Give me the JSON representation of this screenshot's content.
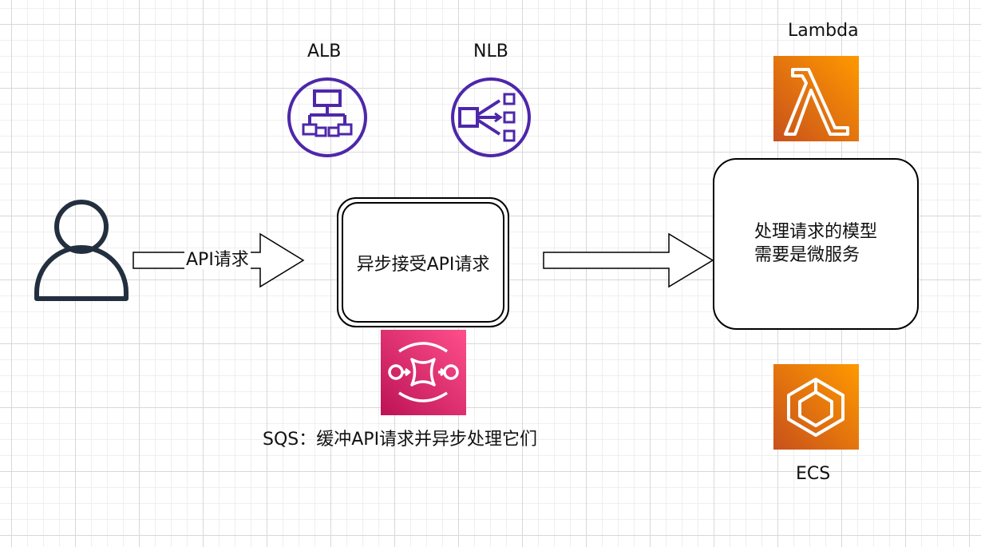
{
  "user": {
    "icon": "user-icon"
  },
  "arrow_api": {
    "label": "API请求"
  },
  "alb": {
    "label": "ALB",
    "icon": "alb-icon",
    "color": "#4d27aa"
  },
  "nlb": {
    "label": "NLB",
    "icon": "nlb-icon",
    "color": "#4d27aa"
  },
  "async_box": {
    "label": "异步接受API请求"
  },
  "sqs": {
    "icon": "sqs-icon",
    "caption": "SQS：缓冲API请求并异步处理它们",
    "color_top": "#ff4f8b",
    "color_bottom": "#bc1356"
  },
  "service_box": {
    "line1": "处理请求的模型",
    "line2": "需要是微服务"
  },
  "lambda": {
    "label": "Lambda",
    "icon": "lambda-icon",
    "color_top": "#f78e04",
    "color_bottom": "#d05c17"
  },
  "ecs": {
    "label": "ECS",
    "icon": "ecs-icon",
    "color_top": "#f78e04",
    "color_bottom": "#d05c17"
  }
}
